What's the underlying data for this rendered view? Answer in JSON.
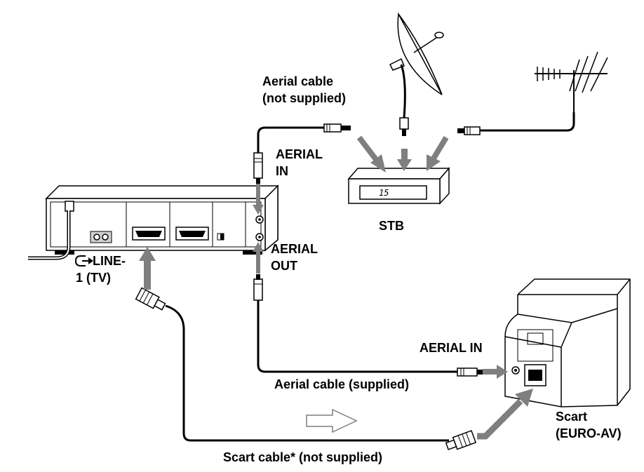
{
  "labels": {
    "aerial_cable_not_supplied_1": "Aerial cable",
    "aerial_cable_not_supplied_2": "(not supplied)",
    "aerial_in_vcr_1": "AERIAL",
    "aerial_in_vcr_2": "IN",
    "aerial_out_1": "AERIAL",
    "aerial_out_2": "OUT",
    "line1_1": "LINE-",
    "line1_2": "1 (TV)",
    "stb": "STB",
    "stb_display": "15",
    "aerial_in_tv": "AERIAL IN",
    "aerial_cable_supplied": "Aerial cable (supplied)",
    "scart_1": "Scart",
    "scart_2": "(EURO-AV)",
    "scart_cable": "Scart cable* (not supplied)"
  },
  "icons": [
    "line-in-icon",
    "satellite-dish-icon",
    "roof-aerial-icon",
    "signal-direction-arrow-icon"
  ],
  "colors": {
    "arrows": "#7f7f7f",
    "lines": "#000000"
  }
}
